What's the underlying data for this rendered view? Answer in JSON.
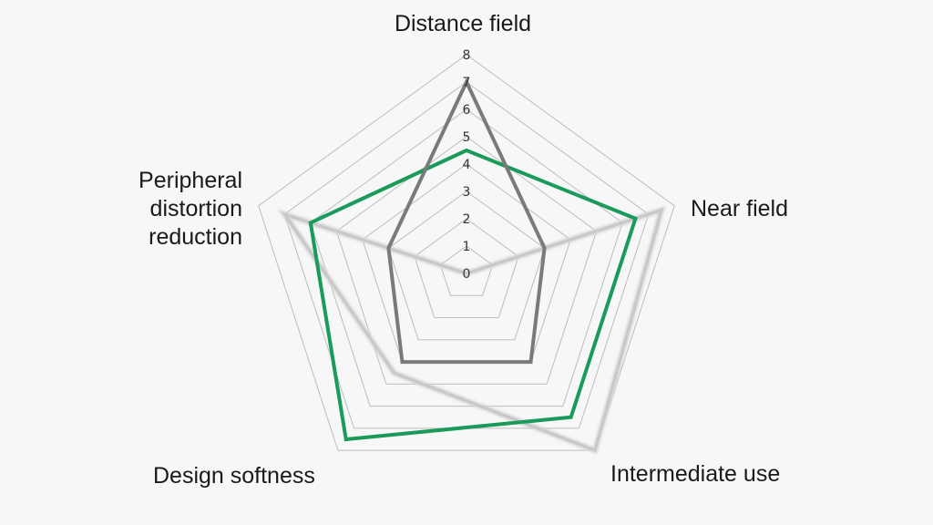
{
  "chart_data": {
    "type": "radar",
    "axes": [
      "Distance field",
      "Near field",
      "Intermediate use",
      "Design softness",
      "Peripheral distortion reduction"
    ],
    "axis_label_lines": [
      [
        "Distance field"
      ],
      [
        "Near field"
      ],
      [
        "Intermediate use"
      ],
      [
        "Design softness"
      ],
      [
        "Peripheral",
        "distortion",
        "reduction"
      ]
    ],
    "range": [
      0,
      8
    ],
    "ticks": [
      "0",
      "1",
      "2",
      "3",
      "4",
      "5",
      "6",
      "7",
      "8"
    ],
    "grid": true,
    "legend": "none",
    "series": [
      {
        "values": [
          7,
          3,
          4,
          4,
          3
        ],
        "color": "#7a7a7a"
      },
      {
        "values": [
          4.5,
          6.5,
          6.5,
          7.5,
          6
        ],
        "color": "#1a9a5b"
      },
      {
        "values": [
          0,
          7.5,
          8,
          4.5,
          7
        ],
        "color": "#c8c8c8"
      }
    ]
  }
}
